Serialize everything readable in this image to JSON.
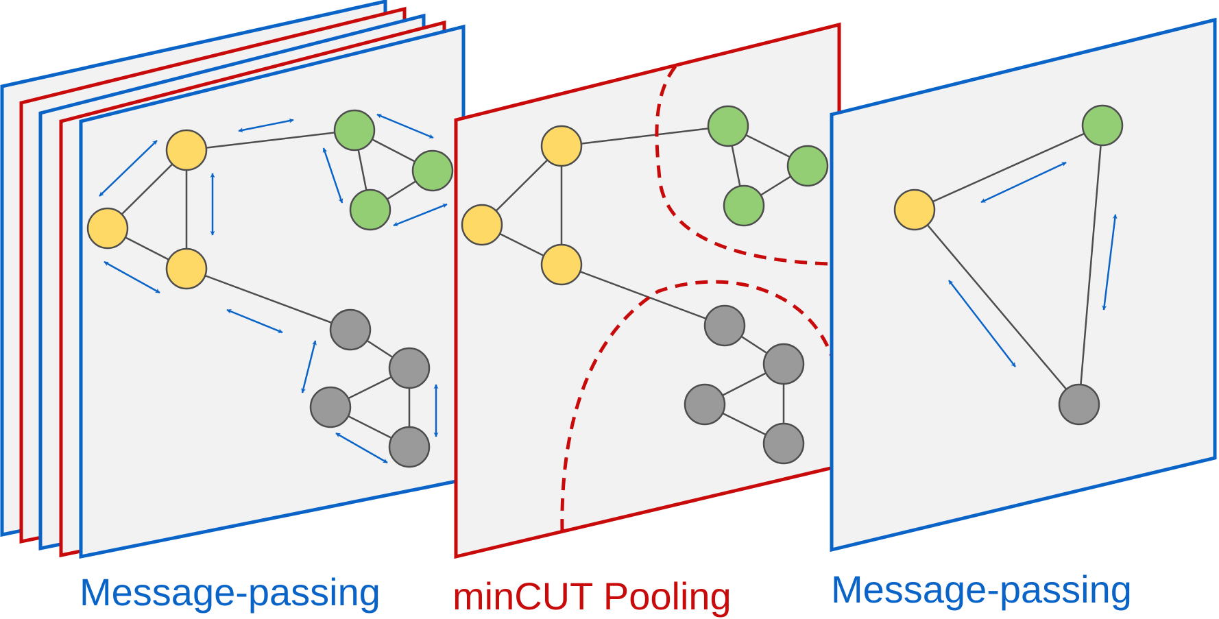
{
  "colors": {
    "blue": "#0A64C8",
    "red": "#C80A0A",
    "panel_fill": "#F2F2F2",
    "edge": "#4D4D4D",
    "node_yellow": "#FFD966",
    "node_green": "#93CE75",
    "node_gray": "#9A9A9A",
    "node_stroke": "#4D4D4D"
  },
  "captions": {
    "left": "Message-passing",
    "middle": "minCUT Pooling",
    "right": "Message-passing"
  },
  "panels": [
    {
      "name": "stack-panel-1",
      "border": "blue"
    },
    {
      "name": "stack-panel-2",
      "border": "red"
    },
    {
      "name": "stack-panel-3",
      "border": "blue"
    },
    {
      "name": "stack-panel-4",
      "border": "red"
    },
    {
      "name": "message-passing-panel-left",
      "border": "blue"
    },
    {
      "name": "mincut-pooling-panel",
      "border": "red"
    },
    {
      "name": "message-passing-panel-right",
      "border": "blue"
    }
  ],
  "graphs": {
    "left": {
      "nodes": [
        {
          "id": "y1",
          "color": "yellow"
        },
        {
          "id": "y2",
          "color": "yellow"
        },
        {
          "id": "y3",
          "color": "yellow"
        },
        {
          "id": "g1",
          "color": "green"
        },
        {
          "id": "g2",
          "color": "green"
        },
        {
          "id": "g3",
          "color": "green"
        },
        {
          "id": "k1",
          "color": "gray"
        },
        {
          "id": "k2",
          "color": "gray"
        },
        {
          "id": "k3",
          "color": "gray"
        },
        {
          "id": "k4",
          "color": "gray"
        }
      ],
      "edges": [
        [
          "y1",
          "y2"
        ],
        [
          "y1",
          "y3"
        ],
        [
          "y2",
          "y3"
        ],
        [
          "y1",
          "g1"
        ],
        [
          "g1",
          "g2"
        ],
        [
          "g1",
          "g3"
        ],
        [
          "g2",
          "g3"
        ],
        [
          "y3",
          "k1"
        ],
        [
          "k1",
          "k2"
        ],
        [
          "k2",
          "k3"
        ],
        [
          "k2",
          "k4"
        ],
        [
          "k3",
          "k4"
        ]
      ]
    },
    "middle": {
      "nodes": [
        {
          "id": "y1",
          "color": "yellow"
        },
        {
          "id": "y2",
          "color": "yellow"
        },
        {
          "id": "y3",
          "color": "yellow"
        },
        {
          "id": "g1",
          "color": "green"
        },
        {
          "id": "g2",
          "color": "green"
        },
        {
          "id": "g3",
          "color": "green"
        },
        {
          "id": "k1",
          "color": "gray"
        },
        {
          "id": "k2",
          "color": "gray"
        },
        {
          "id": "k3",
          "color": "gray"
        },
        {
          "id": "k4",
          "color": "gray"
        }
      ],
      "edges": [
        [
          "y1",
          "y2"
        ],
        [
          "y1",
          "y3"
        ],
        [
          "y2",
          "y3"
        ],
        [
          "y1",
          "g1"
        ],
        [
          "g1",
          "g2"
        ],
        [
          "g1",
          "g3"
        ],
        [
          "g2",
          "g3"
        ],
        [
          "y3",
          "k1"
        ],
        [
          "k1",
          "k2"
        ],
        [
          "k2",
          "k3"
        ],
        [
          "k2",
          "k4"
        ],
        [
          "k3",
          "k4"
        ]
      ]
    },
    "right": {
      "nodes": [
        {
          "id": "y",
          "color": "yellow"
        },
        {
          "id": "g",
          "color": "green"
        },
        {
          "id": "k",
          "color": "gray"
        }
      ],
      "edges": [
        [
          "y",
          "g"
        ],
        [
          "y",
          "k"
        ],
        [
          "g",
          "k"
        ]
      ]
    }
  }
}
